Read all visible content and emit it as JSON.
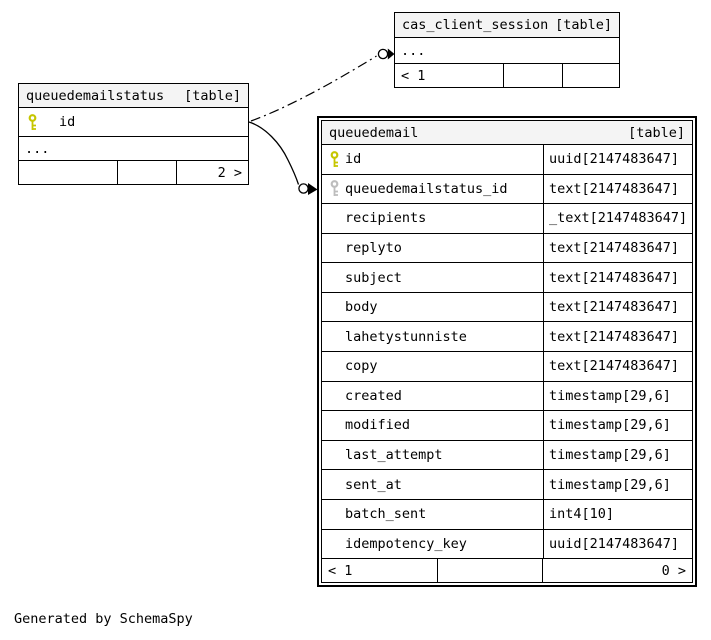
{
  "colors": {
    "primary_key": "#c6c600",
    "foreign_key": "#bdbdbd",
    "header_bg": "#f4f4f4",
    "border": "#000000",
    "background": "#ffffff"
  },
  "credit": "Generated by SchemaSpy",
  "tables": {
    "cas_client_session": {
      "name": "cas_client_session",
      "badge": "[table]",
      "ellipsis": "...",
      "footer": {
        "left": "< 1",
        "middle": "",
        "right": ""
      }
    },
    "queuedemailstatus": {
      "name": "queuedemailstatus",
      "badge": "[table]",
      "columns": [
        {
          "name": "id",
          "key": "primary"
        }
      ],
      "ellipsis": "...",
      "footer": {
        "left": "",
        "middle": "",
        "right": "2 >"
      }
    },
    "queuedemail": {
      "name": "queuedemail",
      "badge": "[table]",
      "columns": [
        {
          "name": "id",
          "type": "uuid[2147483647]",
          "key": "primary"
        },
        {
          "name": "queuedemailstatus_id",
          "type": "text[2147483647]",
          "key": "foreign"
        },
        {
          "name": "recipients",
          "type": "_text[2147483647]",
          "key": "none"
        },
        {
          "name": "replyto",
          "type": "text[2147483647]",
          "key": "none"
        },
        {
          "name": "subject",
          "type": "text[2147483647]",
          "key": "none"
        },
        {
          "name": "body",
          "type": "text[2147483647]",
          "key": "none"
        },
        {
          "name": "lahetystunniste",
          "type": "text[2147483647]",
          "key": "none"
        },
        {
          "name": "copy",
          "type": "text[2147483647]",
          "key": "none"
        },
        {
          "name": "created",
          "type": "timestamp[29,6]",
          "key": "none"
        },
        {
          "name": "modified",
          "type": "timestamp[29,6]",
          "key": "none"
        },
        {
          "name": "last_attempt",
          "type": "timestamp[29,6]",
          "key": "none"
        },
        {
          "name": "sent_at",
          "type": "timestamp[29,6]",
          "key": "none"
        },
        {
          "name": "batch_sent",
          "type": "int4[10]",
          "key": "none"
        },
        {
          "name": "idempotency_key",
          "type": "uuid[2147483647]",
          "key": "none"
        }
      ],
      "footer": {
        "left": "< 1",
        "middle": "",
        "right": "0 >"
      }
    }
  },
  "relationships": [
    {
      "from": "queuedemailstatus.id",
      "to": "queuedemail.queuedemailstatus_id",
      "style": "solid"
    },
    {
      "from": "queuedemailstatus.id",
      "to": "cas_client_session",
      "style": "dash-dot"
    }
  ]
}
